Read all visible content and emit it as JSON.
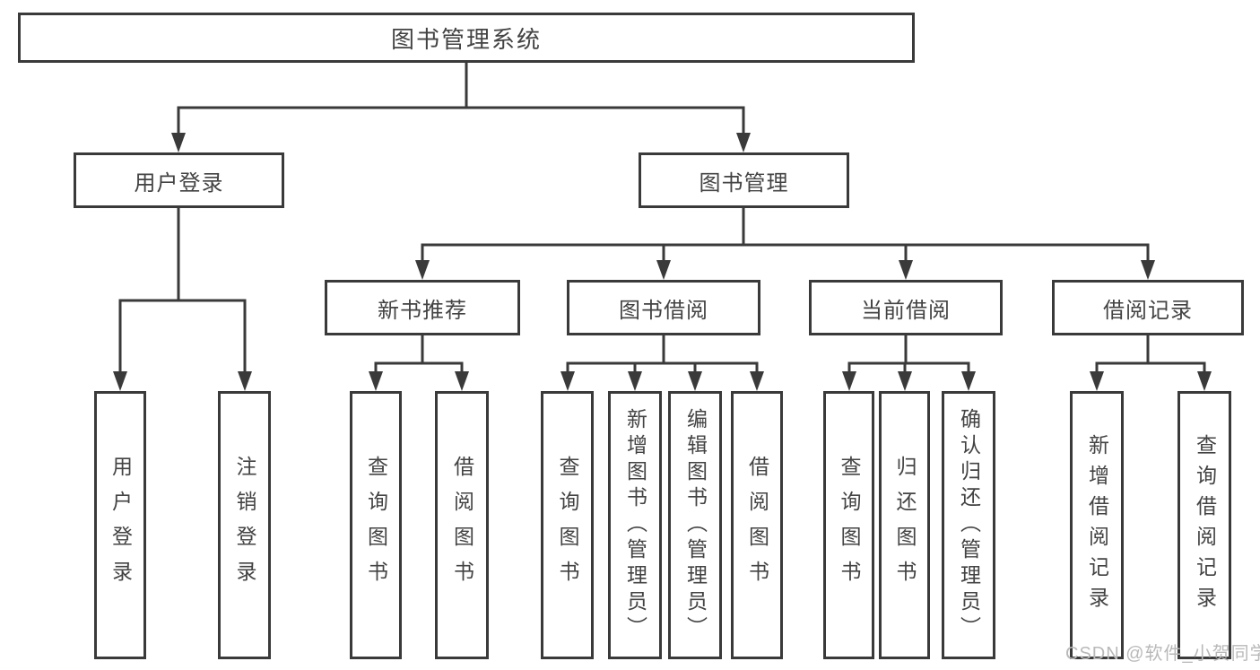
{
  "diagram": {
    "root": {
      "label": "图书管理系统"
    },
    "branches": {
      "user_login": {
        "label": "用户登录"
      },
      "book_mgmt": {
        "label": "图书管理"
      }
    },
    "modules": {
      "new_books": {
        "label": "新书推荐"
      },
      "borrowing": {
        "label": "图书借阅"
      },
      "current": {
        "label": "当前借阅"
      },
      "records": {
        "label": "借阅记录"
      }
    },
    "leaves": {
      "login": {
        "label": "用户登录"
      },
      "logout": {
        "label": "注销登录"
      },
      "nb_query": {
        "label": "查询图书"
      },
      "nb_borrow": {
        "label": "借阅图书"
      },
      "bw_query": {
        "label": "查询图书"
      },
      "bw_add": {
        "label": "新增图书（管理员）"
      },
      "bw_edit": {
        "label": "编辑图书（管理员）"
      },
      "bw_borrow": {
        "label": "借阅图书"
      },
      "cur_query": {
        "label": "查询图书"
      },
      "cur_return": {
        "label": "归还图书"
      },
      "cur_confirm": {
        "label": "确认归还（管理员）"
      },
      "rec_add": {
        "label": "新增借阅记录"
      },
      "rec_query": {
        "label": "查询借阅记录"
      }
    }
  },
  "watermark": {
    "text": "CSDN @软件_小贺同学"
  },
  "colors": {
    "line": "#3a3a3a",
    "box_border": "#3a3a3a",
    "text": "#434343",
    "watermark": "#b9b9b9",
    "background": "#ffffff"
  }
}
